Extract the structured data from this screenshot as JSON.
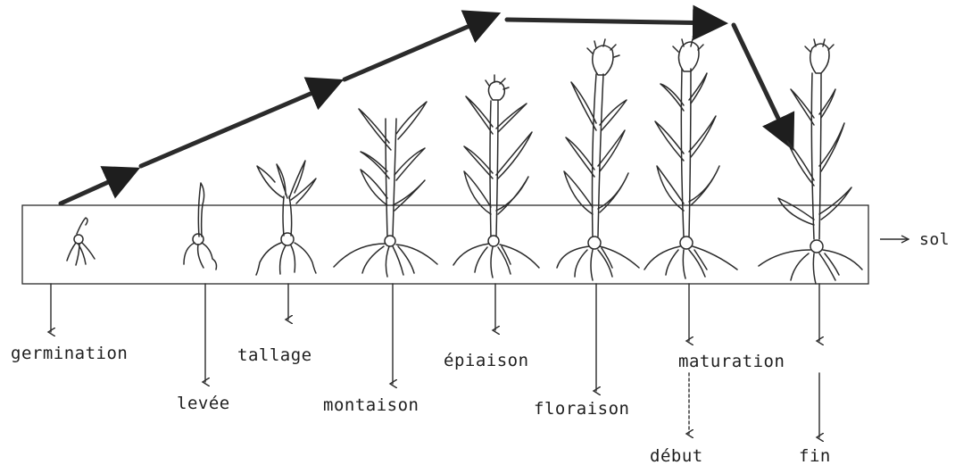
{
  "diagram": {
    "soil_label": "sol",
    "stages": [
      {
        "id": "germination",
        "label": "germination"
      },
      {
        "id": "levee",
        "label": "levée"
      },
      {
        "id": "tallage",
        "label": "tallage"
      },
      {
        "id": "montaison",
        "label": "montaison"
      },
      {
        "id": "epiaison",
        "label": "épiaison"
      },
      {
        "id": "floraison",
        "label": "floraison"
      },
      {
        "id": "maturation",
        "label": "maturation",
        "sub": [
          "début",
          "fin"
        ]
      }
    ],
    "colors": {
      "ink": "#2b2b2b",
      "background": "#ffffff"
    },
    "icons": [
      "growth-trend-arrow",
      "plant-illustration",
      "stage-pointer-arrow"
    ]
  }
}
